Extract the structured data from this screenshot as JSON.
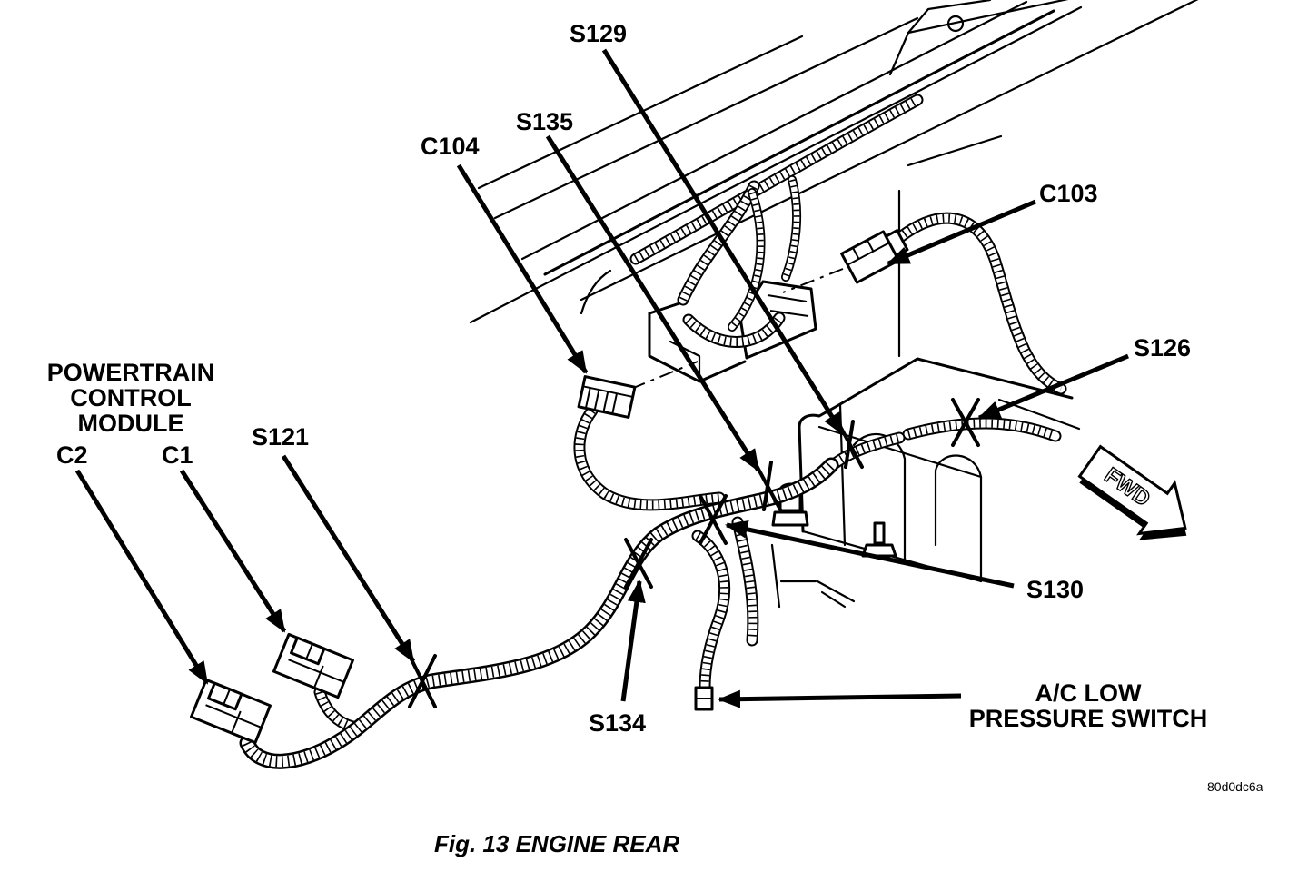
{
  "figure": {
    "caption": "Fig. 13 ENGINE REAR",
    "code": "80d0dc6a"
  },
  "callouts": {
    "s129": "S129",
    "s135": "S135",
    "c104": "C104",
    "c103": "C103",
    "s126": "S126",
    "s121": "S121",
    "c1": "C1",
    "c2": "C2",
    "s130": "S130",
    "s134": "S134"
  },
  "module_label": {
    "line1": "POWERTRAIN",
    "line2": "CONTROL",
    "line3": "MODULE"
  },
  "switch_label": {
    "line1": "A/C LOW",
    "line2": "PRESSURE SWITCH"
  },
  "direction_arrow": {
    "label": "FWD",
    "icon": "forward-arrow-icon"
  },
  "colors": {
    "ink": "#000000",
    "paper": "#ffffff"
  }
}
